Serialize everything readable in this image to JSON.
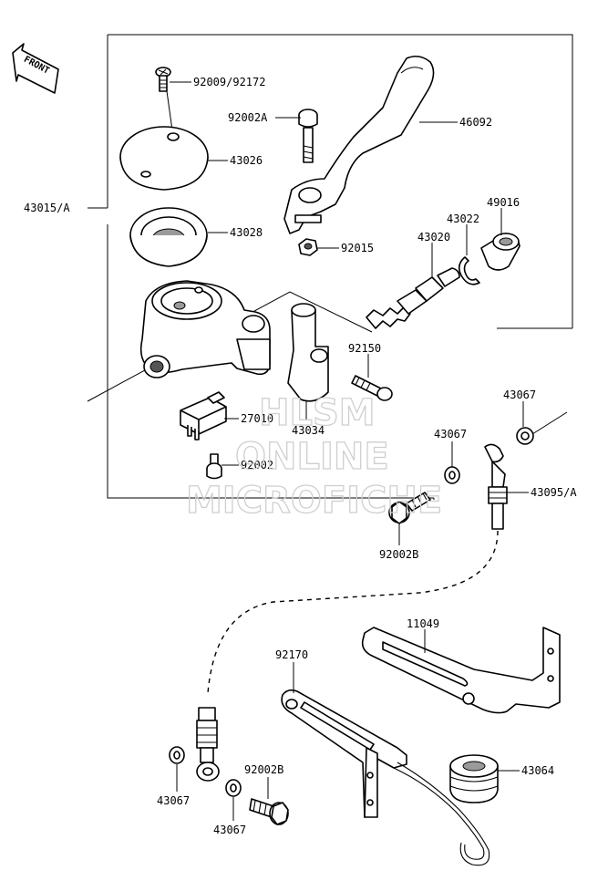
{
  "diagram": {
    "front_badge": "FRONT",
    "watermark": [
      "HLSM",
      "ONLINE",
      "MICROFICHE"
    ],
    "callouts": [
      {
        "id": "92009_92172",
        "text": "92009/92172"
      },
      {
        "id": "92002A",
        "text": "92002A"
      },
      {
        "id": "46092",
        "text": "46092"
      },
      {
        "id": "43026",
        "text": "43026"
      },
      {
        "id": "43015_A",
        "text": "43015/A"
      },
      {
        "id": "49016",
        "text": "49016"
      },
      {
        "id": "43022",
        "text": "43022"
      },
      {
        "id": "43028",
        "text": "43028"
      },
      {
        "id": "43020",
        "text": "43020"
      },
      {
        "id": "92015",
        "text": "92015"
      },
      {
        "id": "92150",
        "text": "92150"
      },
      {
        "id": "43067_a",
        "text": "43067"
      },
      {
        "id": "27010",
        "text": "27010"
      },
      {
        "id": "43034",
        "text": "43034"
      },
      {
        "id": "43067_b",
        "text": "43067"
      },
      {
        "id": "92002",
        "text": "92002"
      },
      {
        "id": "43095_A",
        "text": "43095/A"
      },
      {
        "id": "92002B_a",
        "text": "92002B"
      },
      {
        "id": "11049",
        "text": "11049"
      },
      {
        "id": "92170",
        "text": "92170"
      },
      {
        "id": "92002B_b",
        "text": "92002B"
      },
      {
        "id": "43064",
        "text": "43064"
      },
      {
        "id": "43067_c",
        "text": "43067"
      },
      {
        "id": "43067_d",
        "text": "43067"
      }
    ]
  }
}
